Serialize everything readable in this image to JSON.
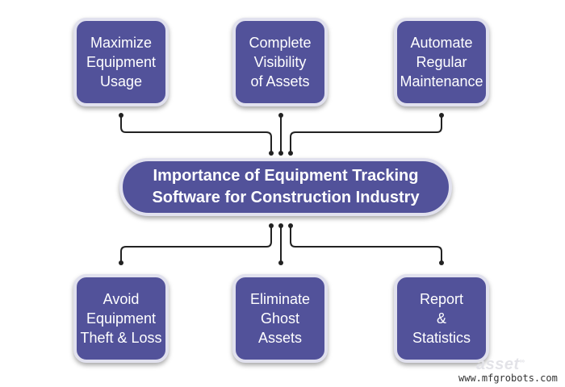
{
  "colors": {
    "box_fill": "#52529a",
    "box_border": "#e1e1ee",
    "text": "#ffffff",
    "connector": "#222222"
  },
  "center": {
    "title": "Importance of Equipment Tracking\nSoftware for Construction Industry"
  },
  "top_boxes": [
    {
      "label": "Maximize\nEquipment\nUsage"
    },
    {
      "label": "Complete\nVisibility\nof Assets"
    },
    {
      "label": "Automate\nRegular\nMaintenance"
    }
  ],
  "bottom_boxes": [
    {
      "label": "Avoid\nEquipment\nTheft & Loss"
    },
    {
      "label": "Eliminate\nGhost\nAssets"
    },
    {
      "label": "Report\n&\nStatistics"
    }
  ],
  "logo": {
    "text": "asset",
    "mark": "∞"
  },
  "watermark": "www.mfgrobots.com"
}
